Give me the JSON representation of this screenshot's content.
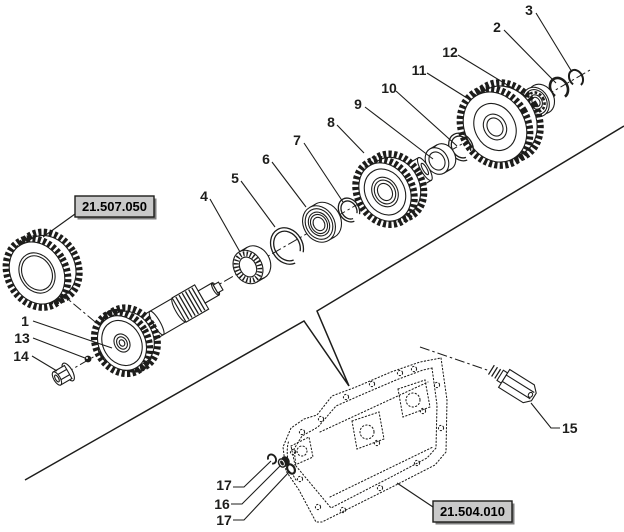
{
  "figure": {
    "background": "#ffffff",
    "line_color": "#1d1d1b",
    "ref_box_fill": "#c9c9c9",
    "ref_boxes": {
      "left": {
        "label": "21.507.050"
      },
      "bottom": {
        "label": "21.504.010"
      }
    },
    "callouts": {
      "c1": "1",
      "c2": "2",
      "c3": "3",
      "c4": "4",
      "c5": "5",
      "c6": "6",
      "c7": "7",
      "c8": "8",
      "c9": "9",
      "c10": "10",
      "c11": "11",
      "c12": "12",
      "c13": "13",
      "c14": "14",
      "c15": "15",
      "c16": "16",
      "c17a": "17",
      "c17b": "17"
    }
  }
}
